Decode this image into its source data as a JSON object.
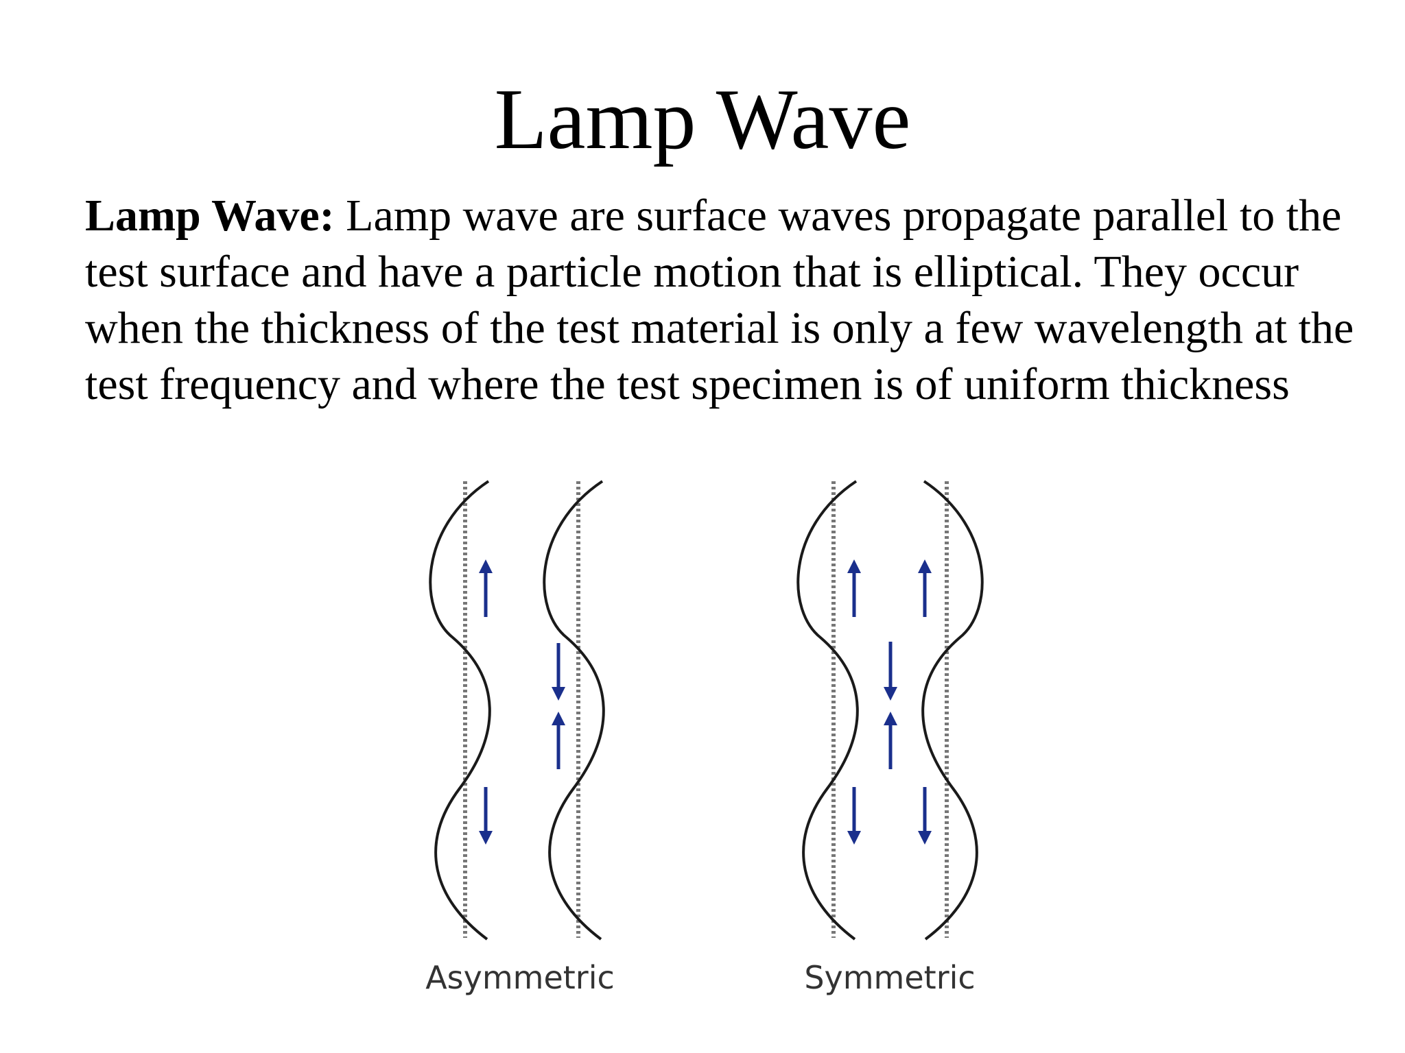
{
  "slide": {
    "title": "Lamp Wave",
    "body_term": "Lamp Wave:",
    "body_text": " Lamp wave are surface waves propagate parallel to the test surface and have a particle motion that is elliptical. They occur when the thickness of the test material is only a few wavelength at the test frequency and where the test specimen is of uniform thickness"
  },
  "diagram": {
    "caption_left": "Asymmetric",
    "caption_right": "Symmetric",
    "wave_color": "#1a1a1a",
    "arrow_color": "#1a2f8c",
    "guide_color": "#777777"
  }
}
